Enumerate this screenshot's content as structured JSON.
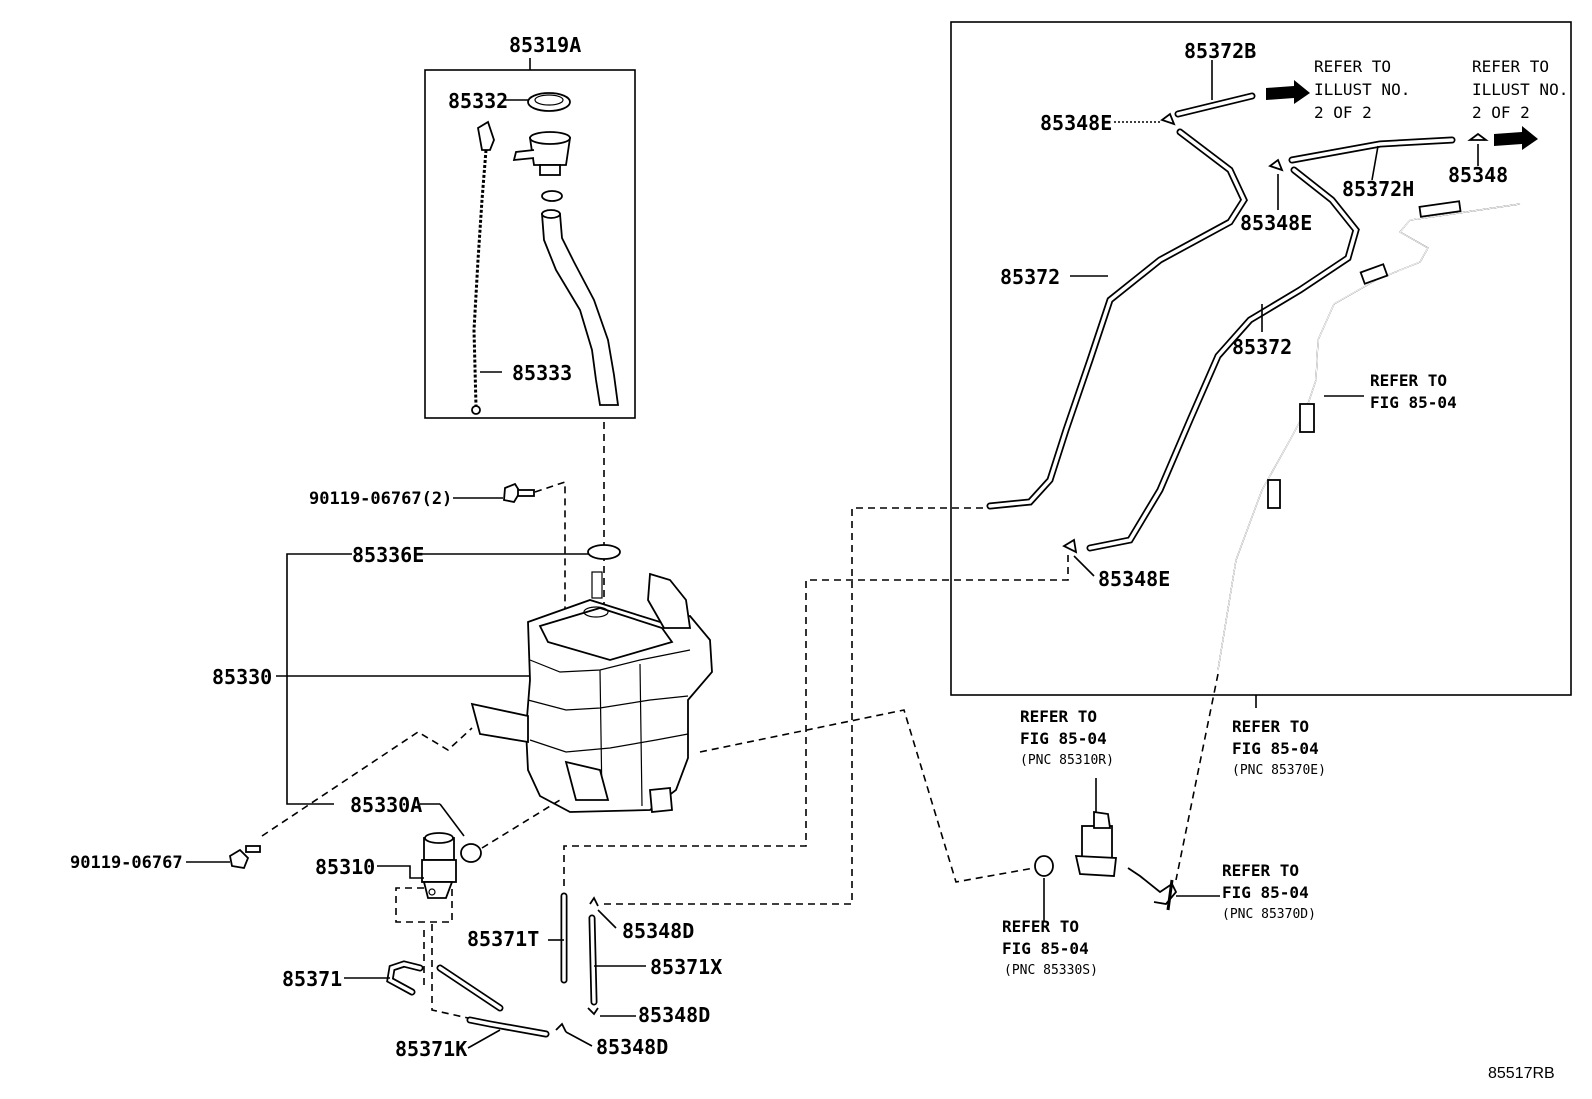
{
  "labels": {
    "l85319A": "85319A",
    "l85332": "85332",
    "l85333": "85333",
    "l90119_2": "90119-06767(2)",
    "l85336E": "85336E",
    "l85330": "85330",
    "l85330A": "85330A",
    "l90119": "90119-06767",
    "l85310": "85310",
    "l85371T": "85371T",
    "l85371": "85371",
    "l85371K": "85371K",
    "l85348D_1": "85348D",
    "l85371X": "85371X",
    "l85348D_2": "85348D",
    "l85348D_3": "85348D",
    "l85372B": "85372B",
    "l85348E_1": "85348E",
    "l85372H": "85372H",
    "l85348": "85348",
    "l85348E_2": "85348E",
    "l85372_1": "85372",
    "l85372_2": "85372",
    "l85348E_3": "85348E"
  },
  "refs": {
    "illust_a": [
      "REFER TO",
      "ILLUST NO.",
      "2 OF 2"
    ],
    "illust_b": [
      "REFER TO",
      "ILLUST NO.",
      "2 OF 2"
    ],
    "fig_a": [
      "REFER TO",
      "FIG 85-04"
    ],
    "fig_310r": [
      "REFER TO",
      "FIG 85-04",
      "(PNC 85310R)"
    ],
    "fig_370e": [
      "REFER TO",
      "FIG 85-04",
      "(PNC 85370E)"
    ],
    "fig_370d": [
      "REFER TO",
      "FIG 85-04",
      "(PNC 85370D)"
    ],
    "fig_330s": [
      "REFER TO",
      "FIG 85-04",
      "(PNC 85330S)"
    ]
  },
  "illustration_id": "85517RB"
}
